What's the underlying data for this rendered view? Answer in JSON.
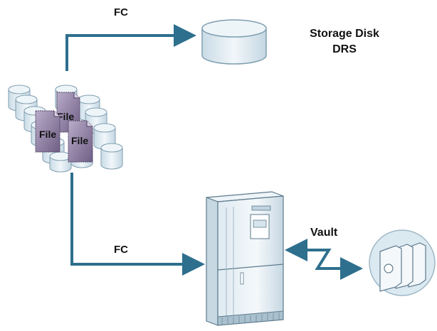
{
  "labels": {
    "fc_top": "FC",
    "fc_bottom": "FC",
    "storage_line1": "Storage Disk",
    "storage_line2": "DRS",
    "vault": "Vault",
    "file_1": "File",
    "file_2": "File",
    "file_3": "File"
  },
  "colors": {
    "connector": "#2e6f8e",
    "disk_fill": "#e3eef4",
    "disk_stroke": "#7f9eb0",
    "file_fill": "#8e7ea2",
    "tape_bg": "#dbe9f1"
  },
  "icons": {
    "source": "database-cluster-icon",
    "files": "file-icon",
    "storage": "storage-disk-icon",
    "library": "tape-library-icon",
    "vault": "tape-cartridge-vault-icon"
  }
}
